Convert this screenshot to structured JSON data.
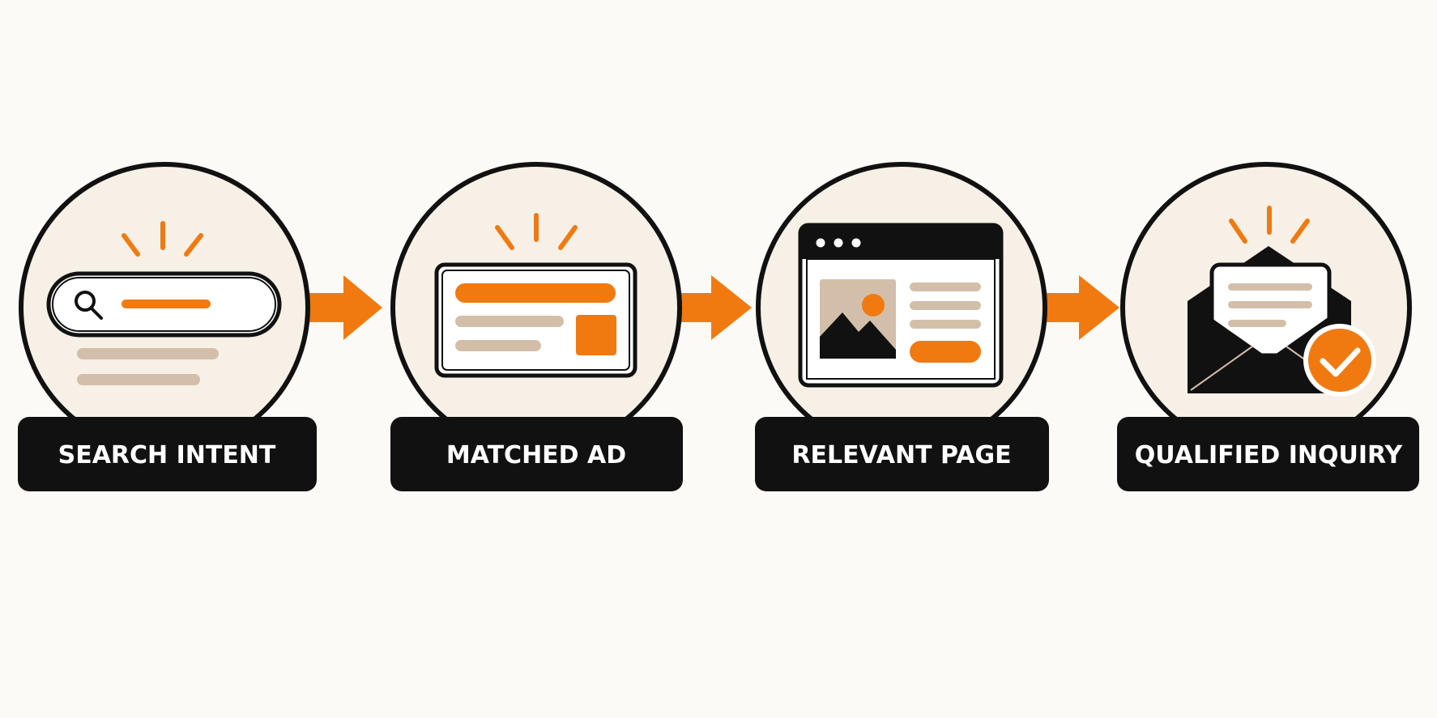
{
  "colors": {
    "background": "#fcfaf6",
    "circle_fill": "#f7f0e6",
    "outline": "#111111",
    "accent": "#f07a10",
    "muted": "#d3bfa9",
    "label_bg": "#111111",
    "label_text": "#ffffff"
  },
  "steps": [
    {
      "label": "SEARCH INTENT",
      "icon": "search-bar-icon"
    },
    {
      "label": "MATCHED AD",
      "icon": "ad-card-icon"
    },
    {
      "label": "RELEVANT PAGE",
      "icon": "web-page-icon"
    },
    {
      "label": "QUALIFIED INQUIRY",
      "icon": "envelope-check-icon"
    }
  ],
  "connectors": [
    "arrow-right-icon",
    "arrow-right-icon",
    "arrow-right-icon"
  ]
}
